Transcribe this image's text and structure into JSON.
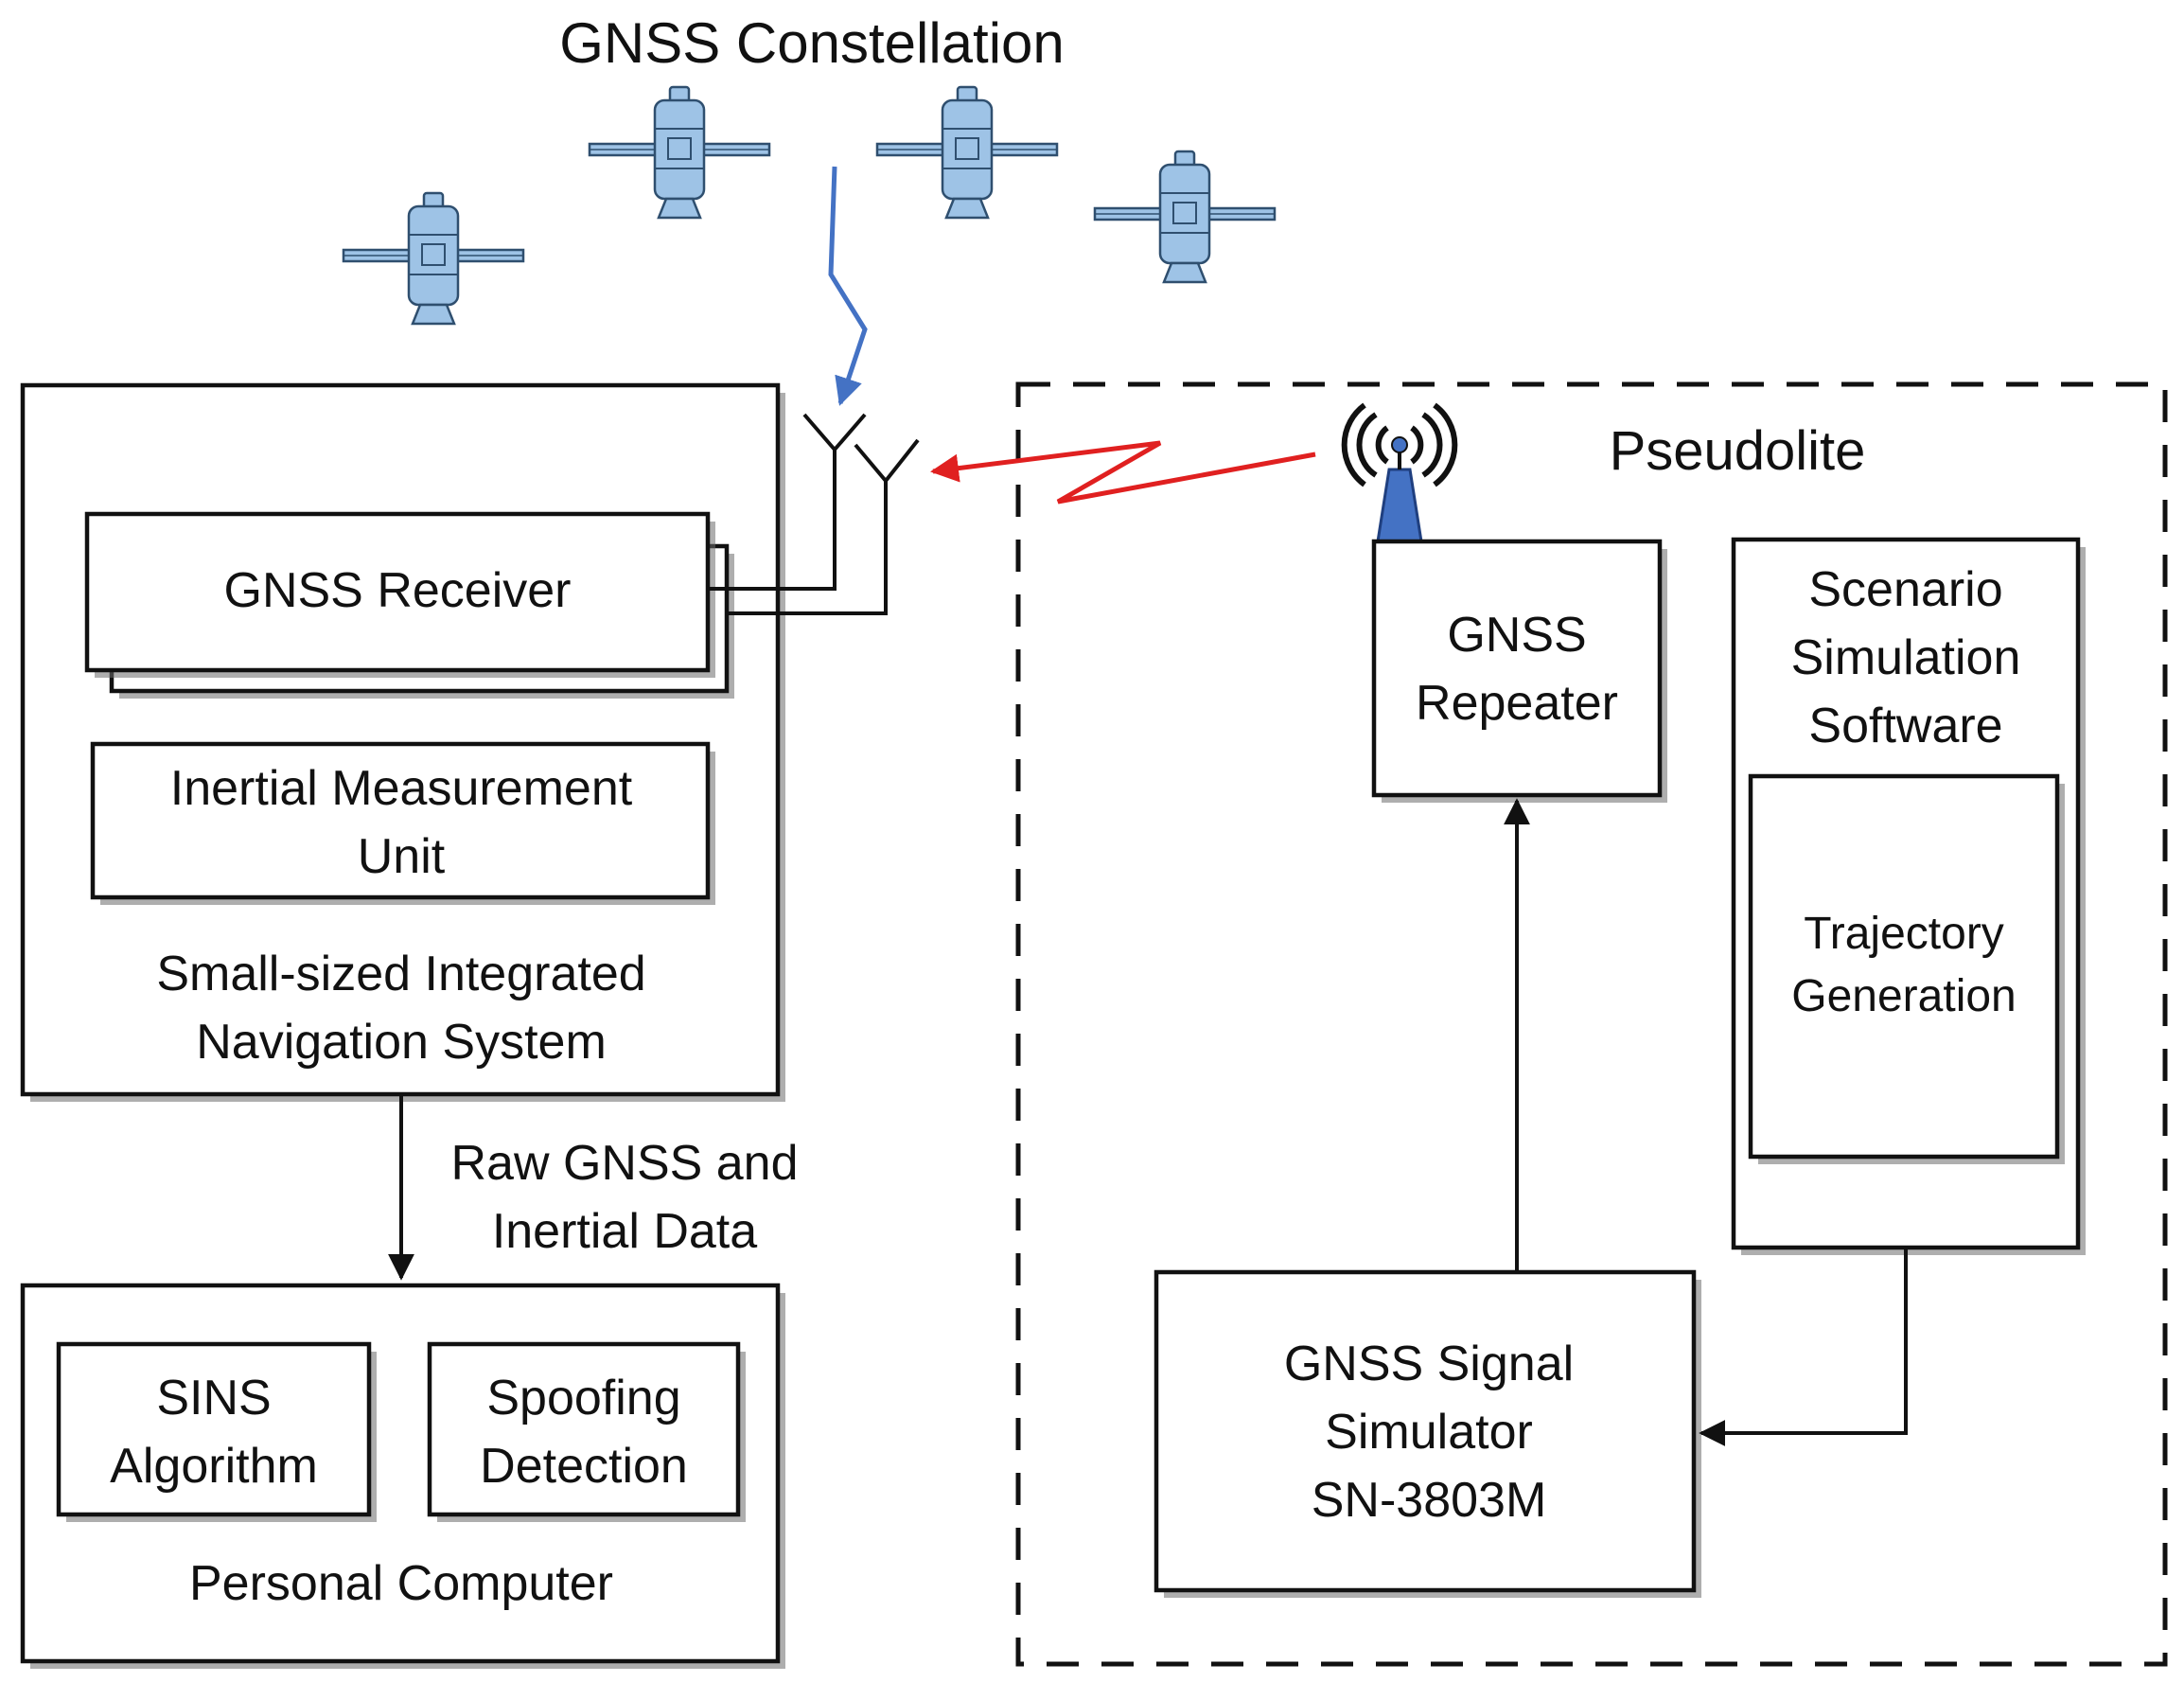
{
  "title": "GNSS Constellation",
  "pseudolite_label": "Pseudolite",
  "ins": {
    "receiver": "GNSS Receiver",
    "imu": [
      "Inertial Measurement",
      "Unit"
    ],
    "label": [
      "Small-sized Integrated",
      "Navigation System"
    ]
  },
  "data_flow_label": [
    "Raw GNSS and",
    "Inertial Data"
  ],
  "pc": {
    "sins": [
      "SINS",
      "Algorithm"
    ],
    "spoofing": [
      "Spoofing",
      "Detection"
    ],
    "label": "Personal Computer"
  },
  "repeater": [
    "GNSS",
    "Repeater"
  ],
  "scenario": [
    "Scenario",
    "Simulation",
    "Software"
  ],
  "trajectory": [
    "Trajectory",
    "Generation"
  ],
  "simulator": [
    "GNSS Signal",
    "Simulator",
    "SN-3803M"
  ],
  "colors": {
    "satellite_body": "#9ec3e6",
    "satellite_outline": "#2f4f6f",
    "authentic_signal": "#4472c4",
    "spoofed_signal": "#e02020",
    "tower": "#4472c4",
    "line": "#111111"
  },
  "icons": [
    "satellite-icon",
    "antenna-icon",
    "broadcast-tower-icon"
  ]
}
